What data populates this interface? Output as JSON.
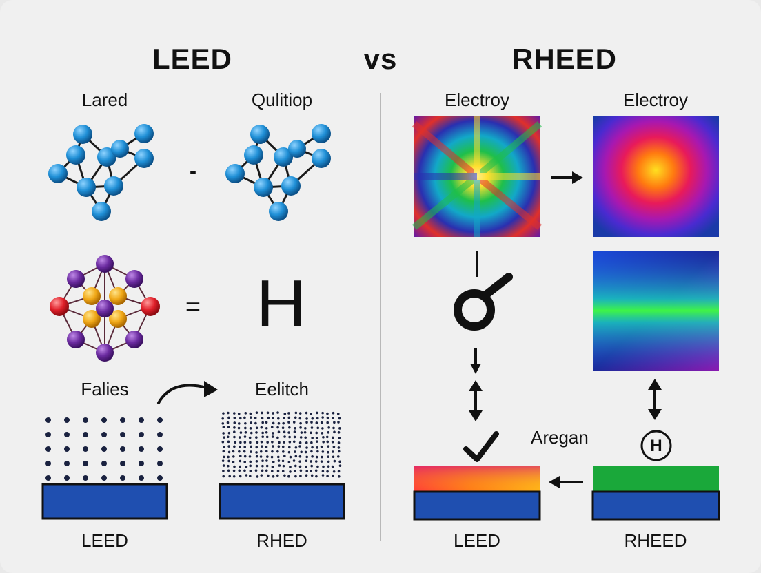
{
  "header": {
    "left_title": "LEED",
    "vs": "vs",
    "right_title": "RHEED"
  },
  "left_panel": {
    "label_top_left": "Lared",
    "label_top_right": "Qulitiop",
    "label_mid_left": "Falies",
    "label_mid_right": "Eelitch",
    "label_bottom_left": "LEED",
    "label_bottom_right": "RHED",
    "operator_minus": "-",
    "operator_equals": "=",
    "bracket_symbol": "H"
  },
  "right_panel": {
    "label_top_left": "Electroy",
    "label_top_right": "Electroy",
    "label_arrow_note": "Aregan",
    "circle_symbol": "H",
    "label_bottom_left": "LEED",
    "label_bottom_right": "RHEED"
  },
  "colors": {
    "atom_blue": "#1f8fd6",
    "atom_purple": "#6b2ba0",
    "atom_gold": "#f0a818",
    "atom_red": "#e0202a",
    "substrate_blue": "#1f4fb0",
    "film_green": "#1aa83a",
    "divider": "#b8b8b8"
  }
}
